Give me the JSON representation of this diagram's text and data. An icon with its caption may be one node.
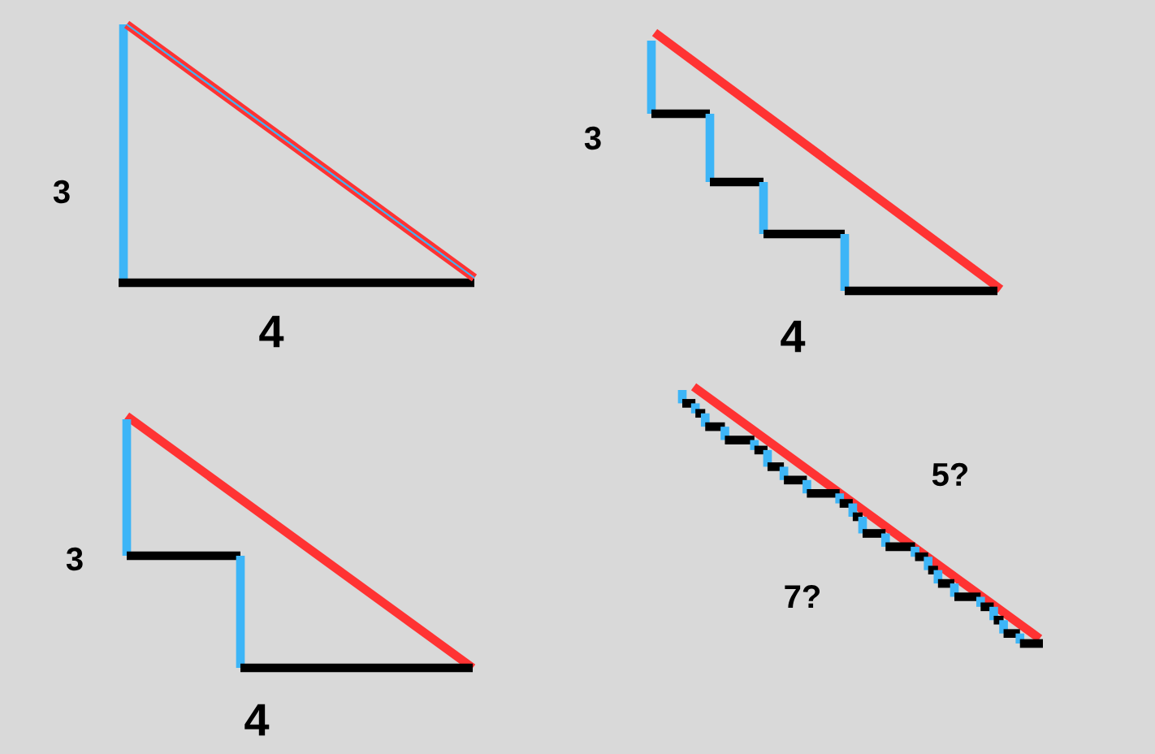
{
  "diagram": {
    "labels": [
      "3",
      "3",
      "4",
      "4",
      "3",
      "5?",
      "4",
      "7?"
    ]
  }
}
